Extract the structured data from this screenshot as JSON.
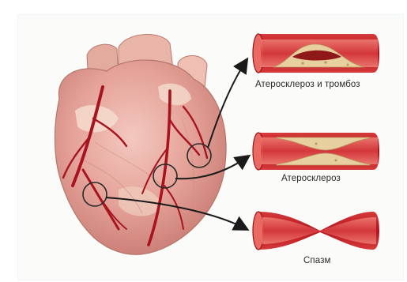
{
  "vessels": [
    {
      "id": "atherosclerosis-thrombosis",
      "label": "Атеросклероз и тромбоз"
    },
    {
      "id": "atherosclerosis",
      "label": "Атеросклероз"
    },
    {
      "id": "spasm",
      "label": "Спазм"
    }
  ],
  "colors": {
    "vessel_wall": "#c0202a",
    "vessel_lumen": "#e35a5a",
    "plaque": "#e8cfa0",
    "thrombus": "#8f1818",
    "heart_muscle": "#e7a8a0",
    "heart_fat": "#f1d7c6",
    "coronary_artery": "#a8141e",
    "arrow": "#1a1a1a",
    "callout_circle": "#2a2a2a"
  },
  "icons": [
    "heart-illustration",
    "coronary-artery",
    "callout-circle",
    "arrow"
  ]
}
